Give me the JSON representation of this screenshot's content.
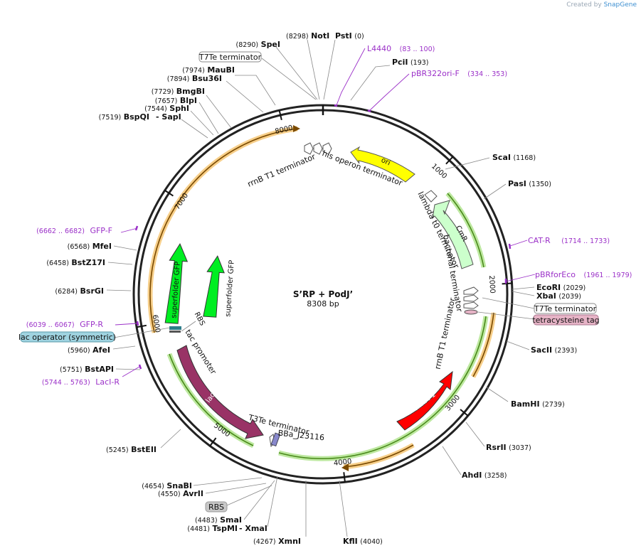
{
  "credit": {
    "prefix": "Created by",
    "brand": "SnapGene"
  },
  "map": {
    "name": "S’RP + PodJ’",
    "length_label": "8308 bp",
    "total_bp": 8308,
    "ticks": [
      {
        "bp": 1000,
        "label": "1000"
      },
      {
        "bp": 2000,
        "label": "2000"
      },
      {
        "bp": 3000,
        "label": "3000"
      },
      {
        "bp": 4000,
        "label": "4000"
      },
      {
        "bp": 5000,
        "label": "5000"
      },
      {
        "bp": 6000,
        "label": "6000"
      },
      {
        "bp": 7000,
        "label": "7000"
      },
      {
        "bp": 8000,
        "label": "8000"
      }
    ]
  },
  "colors": {
    "primer": "#9b30c8",
    "ori": "#ffff00",
    "cmr": "#ccffcc",
    "gfp": "#00ee22",
    "lacI": "#993366",
    "mrfp": "#ff0000",
    "lac_operator_box": "#9fd3e0",
    "tetracysteine_box": "#e6b3c6",
    "rbs_box": "#c8c8c8"
  },
  "sites": [
    {
      "name": "NotI",
      "pos": "(8298)"
    },
    {
      "name": "PstI",
      "pos": "(0)"
    },
    {
      "name": "SpeI",
      "pos": "(8290)"
    },
    {
      "name": "PciI",
      "pos": "(193)"
    },
    {
      "name": "MauBI",
      "pos": "(7974)"
    },
    {
      "name": "Bsu36I",
      "pos": "(7894)"
    },
    {
      "name": "BmgBI",
      "pos": "(7729)"
    },
    {
      "name": "BlpI",
      "pos": "(7657)"
    },
    {
      "name": "SphI",
      "pos": "(7544)"
    },
    {
      "name": "BspQI",
      "pos": "(7519)"
    },
    {
      "name": "- SapI",
      "pos": ""
    },
    {
      "name": "ScaI",
      "pos": "(1168)"
    },
    {
      "name": "PasI",
      "pos": "(1350)"
    },
    {
      "name": "EcoRI",
      "pos": "(2029)"
    },
    {
      "name": "XbaI",
      "pos": "(2039)"
    },
    {
      "name": "SacII",
      "pos": "(2393)"
    },
    {
      "name": "BamHI",
      "pos": "(2739)"
    },
    {
      "name": "RsrII",
      "pos": "(3037)"
    },
    {
      "name": "AhdI",
      "pos": "(3258)"
    },
    {
      "name": "KflI",
      "pos": "(4040)"
    },
    {
      "name": "XmnI",
      "pos": "(4267)"
    },
    {
      "name": "SmaI",
      "pos": "(4483)"
    },
    {
      "name": "TspMI",
      "pos": "(4481)"
    },
    {
      "name": "- XmaI",
      "pos": ""
    },
    {
      "name": "AvrII",
      "pos": "(4550)"
    },
    {
      "name": "SnaBI",
      "pos": "(4654)"
    },
    {
      "name": "BstEII",
      "pos": "(5245)"
    },
    {
      "name": "BstAPI",
      "pos": "(5751)"
    },
    {
      "name": "AfeI",
      "pos": "(5960)"
    },
    {
      "name": "BsrGI",
      "pos": "(6284)"
    },
    {
      "name": "BstZ17I",
      "pos": "(6458)"
    },
    {
      "name": "MfeI",
      "pos": "(6568)"
    }
  ],
  "primers": [
    {
      "name": "L4440",
      "range": "(83 .. 100)"
    },
    {
      "name": "pBR322ori-F",
      "range": "(334 .. 353)"
    },
    {
      "name": "CAT-R",
      "range": "(1714 .. 1733)"
    },
    {
      "name": "pBRforEco",
      "range": "(1961 .. 1979)"
    },
    {
      "name": "GFP-F",
      "range": "(6662 .. 6682)"
    },
    {
      "name": "GFP-R",
      "range": "(6039 .. 6067)"
    },
    {
      "name": "LacI-R",
      "range": "(5744 .. 5763)"
    }
  ],
  "boxed": {
    "t7te_top": "T7Te terminator",
    "t7te_right": "T7Te terminator",
    "tetracysteine": "tetracysteine tag",
    "lac_operator": "lac operator (symmetric)",
    "rbs": "RBS"
  },
  "features": {
    "ori": "ori",
    "cmr": "CmR",
    "sfgfp1": "superfolder GFP",
    "sfgfp2": "superfolder GFP",
    "laci": "lacI",
    "mrfp1": "mRFP1",
    "rrnb_top": "rrnB T1 terminator",
    "his_op": "his operon terminator",
    "lambda": "lambda t0 terminator",
    "bact": "bacterial terminator",
    "rrnb_right": "rrnB T1 terminator",
    "rbs_inner": "RBS",
    "tac": "tac promoter",
    "t3te": "T3Te terminator",
    "bba": "BBa_J23116"
  }
}
